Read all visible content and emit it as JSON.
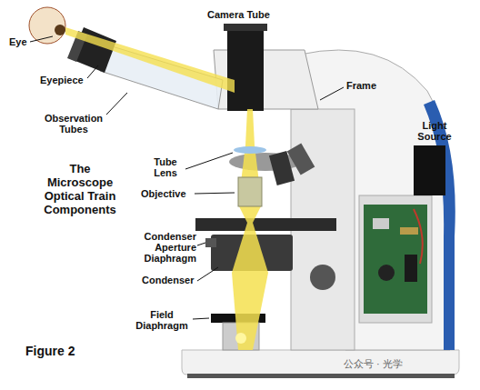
{
  "diagram": {
    "title": "The Microscope Optical Train Components",
    "caption": "Figure 2",
    "labels": [
      "Eye",
      "Eyepiece",
      "Observation Tubes",
      "Camera Tube",
      "Frame",
      "Light Source",
      "Tube Lens",
      "Objective",
      "Condenser Aperture Diaphragm",
      "Condenser",
      "Field Diaphragm",
      "公众号 · 光学"
    ]
  }
}
